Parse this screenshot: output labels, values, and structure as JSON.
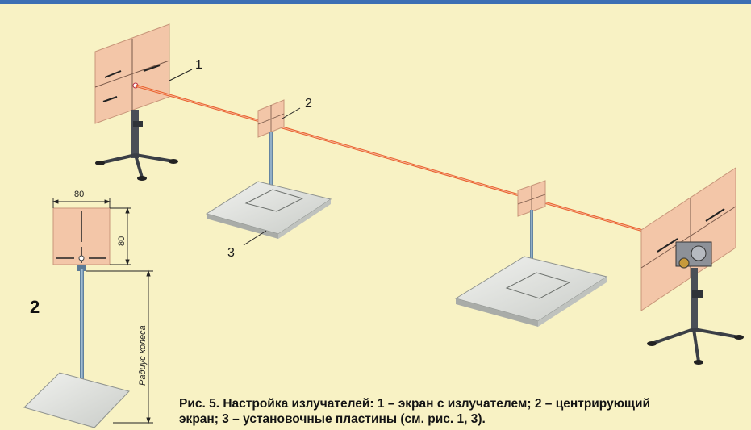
{
  "labels": {
    "screen_emitter": "1",
    "centering_screen": "2",
    "mounting_plate": "3"
  },
  "inset": {
    "figure_number": "2",
    "width_dim": "80",
    "height_dim": "80",
    "height_axis_label": "Радиус колеса"
  },
  "caption": {
    "line1": "Рис. 5. Настройка излучателей: 1 – экран с излучателем; 2 –  центрирующий",
    "line2": "экран; 3 – установочные пластины (см. рис. 1, 3)."
  },
  "colors": {
    "background": "#f8f2c4",
    "top_rule": "#3d6fb4",
    "screen": "#f3c6a8",
    "laser_beam": "#e8622e",
    "plate": "#e4e6e2",
    "rod": "#6a8fb0",
    "tripod": "#3b3f46"
  }
}
